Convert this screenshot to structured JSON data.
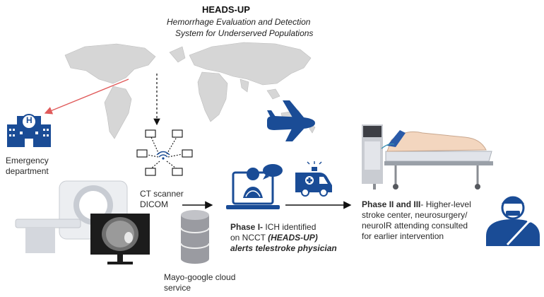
{
  "title": "HEADS-UP",
  "subtitle_line1": "Hemorrhage Evaluation and Detection",
  "subtitle_line2": "System for Underserved Populations",
  "emergency": {
    "line1": "Emergency",
    "line2": "department"
  },
  "ct": {
    "line1": "CT scanner",
    "line2": "DICOM"
  },
  "cloud": {
    "line1": "Mayo-google cloud",
    "line2": "service"
  },
  "phase1": {
    "bold": "Phase I-",
    "line1_rest": " ICH identified",
    "line2_start": "on NCCT ",
    "line2_emph": "(HEADS-UP)",
    "line3": "alerts telestroke physician"
  },
  "phase23": {
    "bold": "Phase II and III",
    "line1_rest": "- Higher-level",
    "line2": "stroke center, neurosurgery/",
    "line3": "neuroIR attending consulted",
    "line4": "for earlier intervention"
  },
  "hospital_sign": "H",
  "colors": {
    "primary_blue": "#1a4c96",
    "arrow_red": "#e05a5a",
    "map_gray": "#d2d2d2"
  },
  "icons": [
    "world-map",
    "hospital-icon",
    "network-icon",
    "ct-scanner",
    "brain-scan-monitor",
    "database-icon",
    "laptop-icon",
    "chat-bubble",
    "airplane-icon",
    "ambulance-icon",
    "hospital-bed",
    "physician-icon"
  ]
}
